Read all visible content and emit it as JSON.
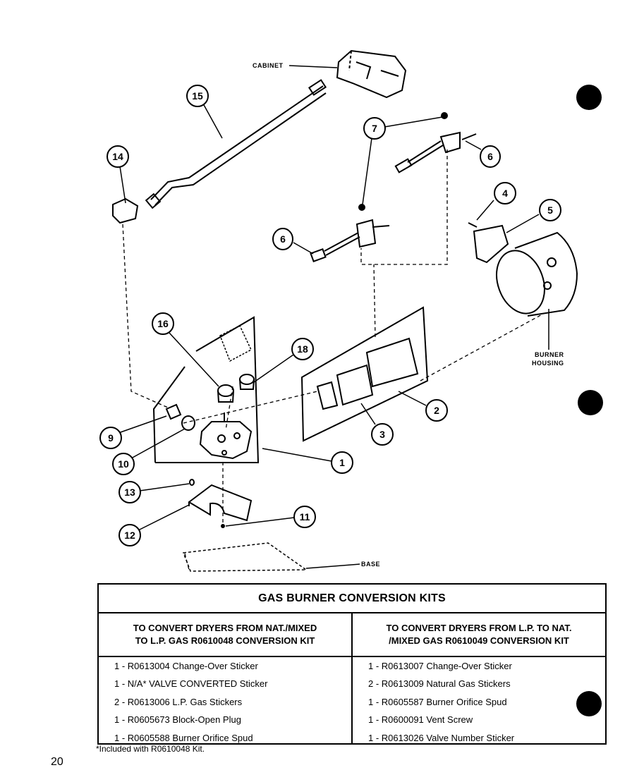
{
  "diagram": {
    "labels": {
      "cabinet": "CABINET",
      "burner_housing_1": "BURNER",
      "burner_housing_2": "HOUSING",
      "base": "BASE"
    },
    "callouts": [
      "15",
      "14",
      "7",
      "6",
      "6",
      "4",
      "5",
      "2",
      "3",
      "16",
      "18",
      "9",
      "10",
      "1",
      "13",
      "12",
      "11"
    ]
  },
  "kits_table": {
    "title": "GAS BURNER CONVERSION KITS",
    "left": {
      "header_line1": "TO CONVERT DRYERS FROM  NAT./MIXED",
      "header_line2": "TO L.P. GAS R0610048 CONVERSION KIT",
      "items": [
        "1 -  R0613004  Change-Over Sticker",
        "1 -  N/A* VALVE CONVERTED Sticker",
        "2 -  R0613006  L.P. Gas Stickers",
        "1 -  R0605673  Block-Open Plug",
        "1 -  R0605588 Burner Orifice Spud"
      ]
    },
    "right": {
      "header_line1": "TO CONVERT DRYERS FROM L.P. TO NAT.",
      "header_line2": "/MIXED GAS R0610049 CONVERSION KIT",
      "items": [
        "1 - R0613007 Change-Over Sticker",
        "2 - R0613009 Natural Gas Stickers",
        "1 - R0605587 Burner Orifice Spud",
        "1 - R0600091 Vent Screw",
        "1 - R0613026 Valve Number Sticker"
      ]
    }
  },
  "footnote": "*Included with R0610048 Kit.",
  "page_number": "20"
}
